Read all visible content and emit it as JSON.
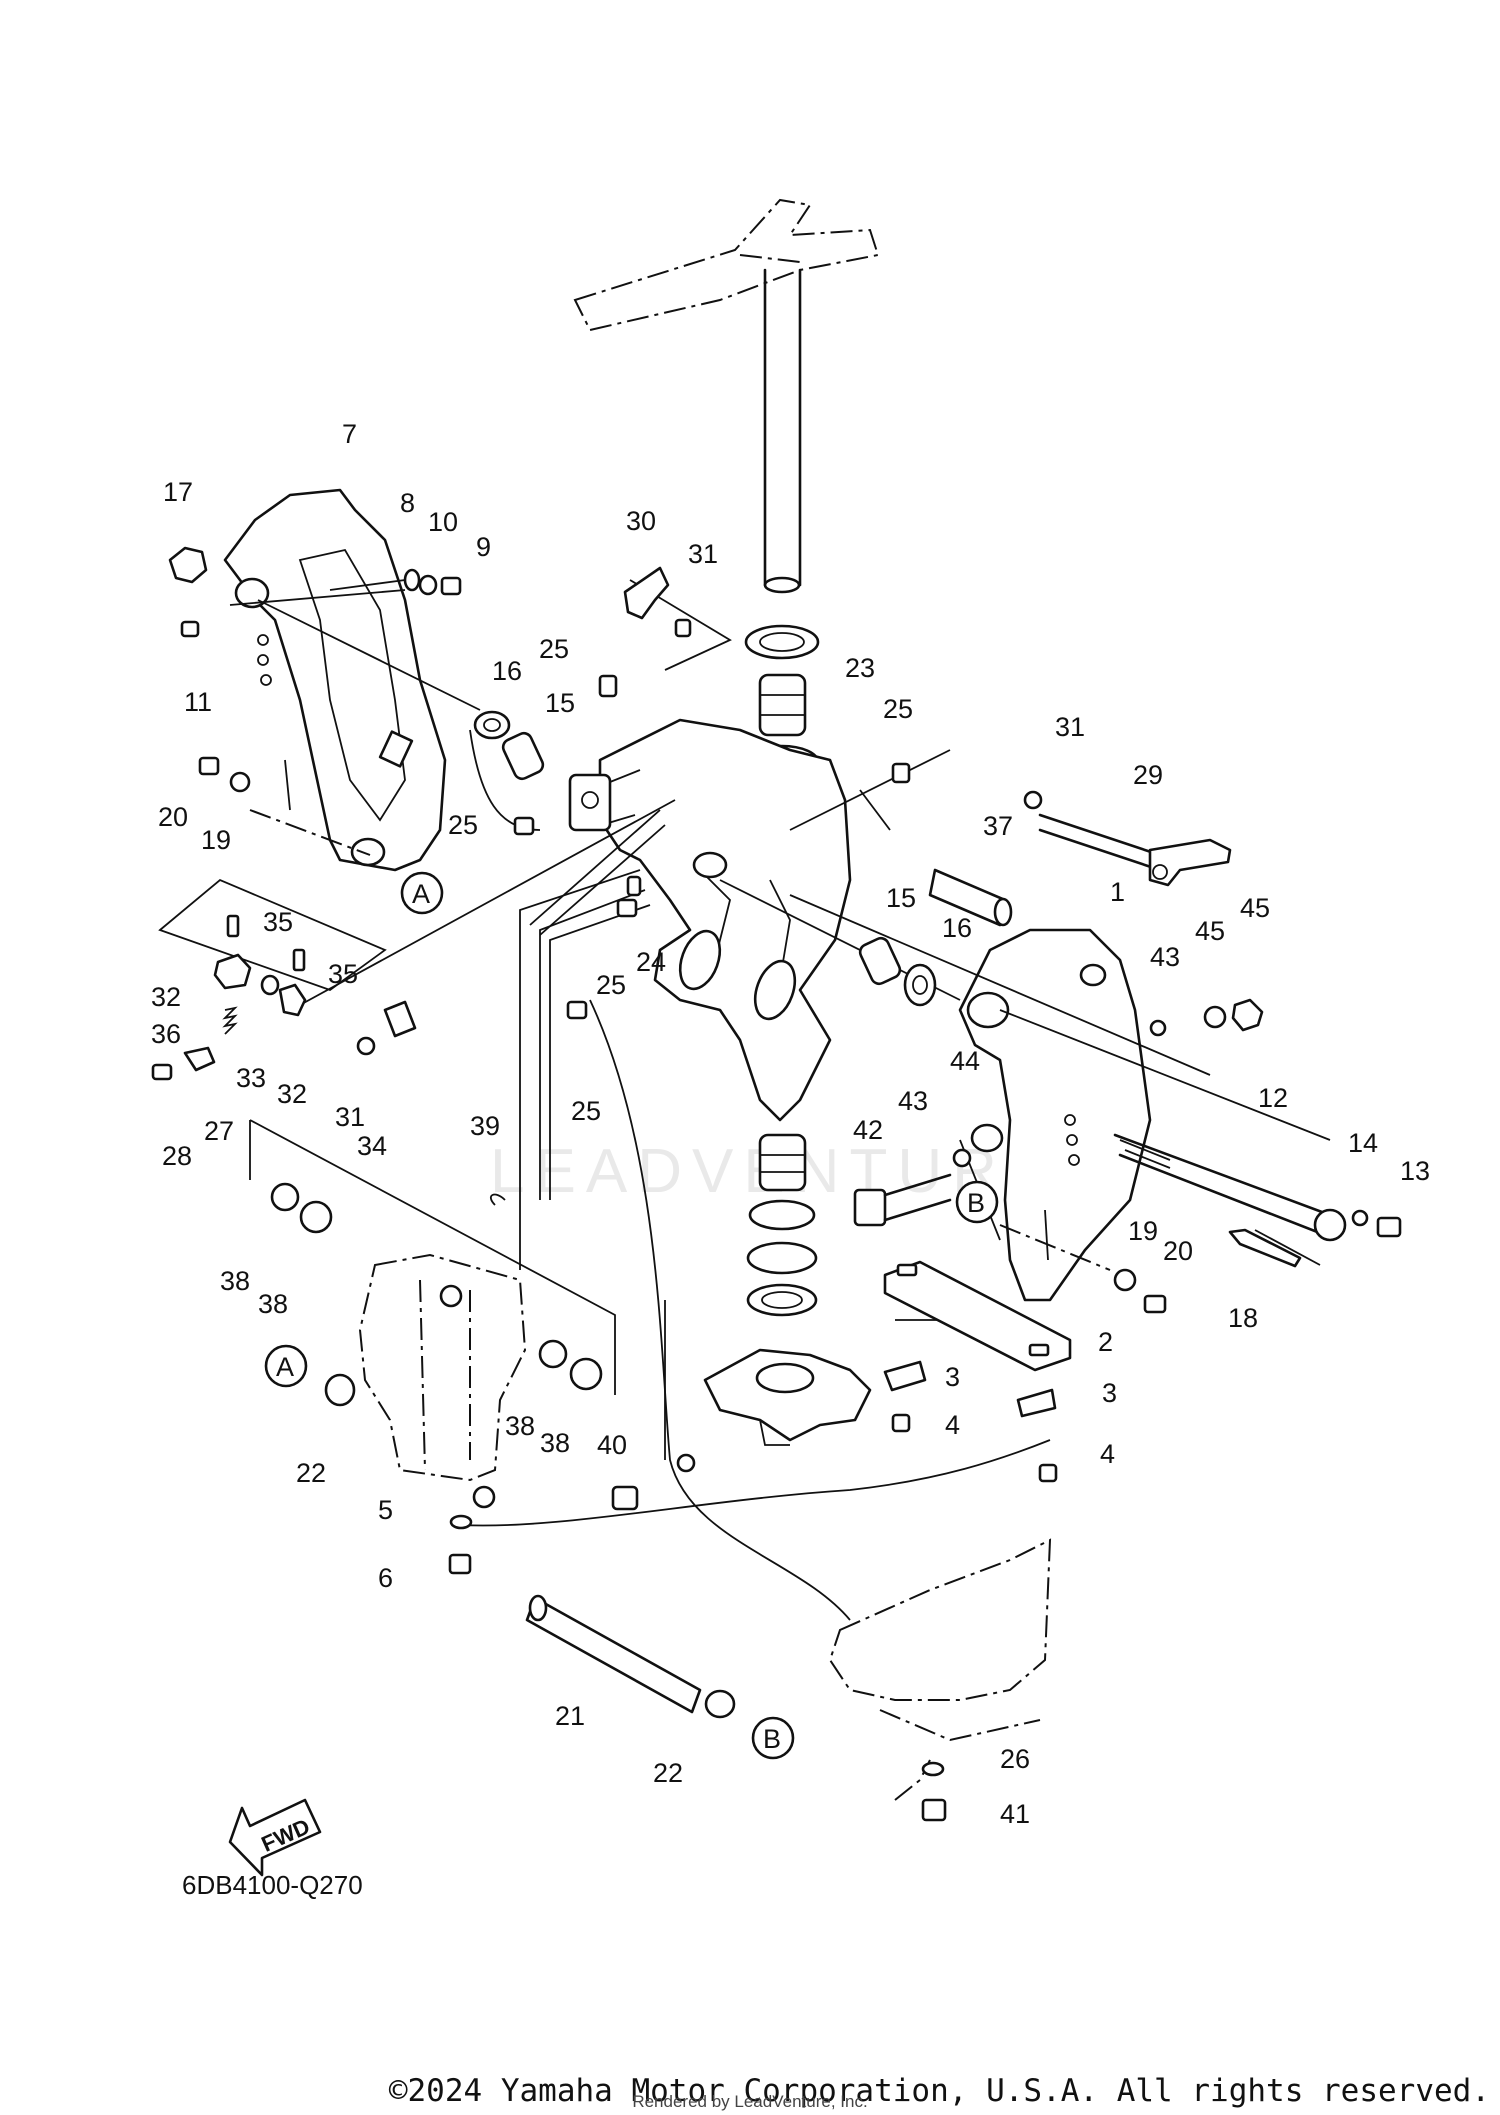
{
  "diagram": {
    "drawing_code": "6DB4100-Q270",
    "watermark": "LEADVENTURE",
    "fwd_label": "FWD",
    "reference_marks": [
      "A",
      "B"
    ],
    "callouts": [
      "1",
      "2",
      "3",
      "4",
      "5",
      "6",
      "7",
      "8",
      "9",
      "10",
      "11",
      "12",
      "13",
      "14",
      "15",
      "16",
      "17",
      "18",
      "19",
      "20",
      "21",
      "22",
      "23",
      "24",
      "25",
      "26",
      "27",
      "28",
      "29",
      "30",
      "31",
      "32",
      "33",
      "34",
      "35",
      "36",
      "37",
      "38",
      "39",
      "40",
      "41",
      "42",
      "43",
      "44",
      "45"
    ]
  },
  "footer": {
    "copyright": "©2024 Yamaha Motor Corporation, U.S.A. All rights reserved.",
    "rendered_by": "Rendered by LeadVenture, Inc."
  }
}
